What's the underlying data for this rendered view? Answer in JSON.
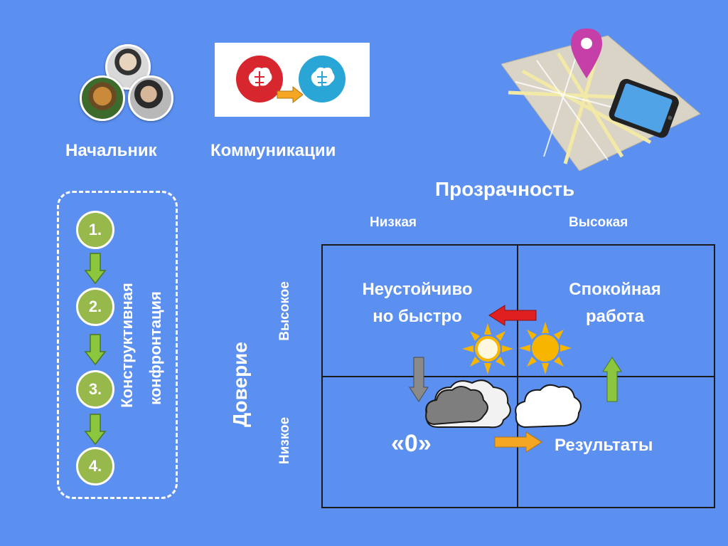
{
  "top_labels": {
    "boss": "Начальник",
    "communications": "Коммуникации"
  },
  "matrix": {
    "title": "Прозрачность",
    "col_low": "Низкая",
    "col_high": "Высокая",
    "row_axis": "Доверие",
    "row_high": "Высокое",
    "row_low": "Низкое",
    "cell_top_left": [
      "Неустойчиво",
      "но быстро"
    ],
    "cell_top_right": [
      "Спокойная",
      "работа"
    ],
    "cell_bottom_left": "«0»",
    "cell_bottom_right": "Результаты"
  },
  "process": {
    "steps": [
      "1.",
      "2.",
      "3.",
      "4."
    ],
    "caption_line1": "Конструктивная",
    "caption_line2": "конфронтация"
  },
  "colors": {
    "background": "#5b8ff0",
    "step_green": "#97b84a",
    "arrow_green": "#8cc63f",
    "arrow_red": "#e02020",
    "arrow_orange": "#f5a623",
    "sun": "#f7b500",
    "cloud_gray": "#8a8a8a"
  }
}
